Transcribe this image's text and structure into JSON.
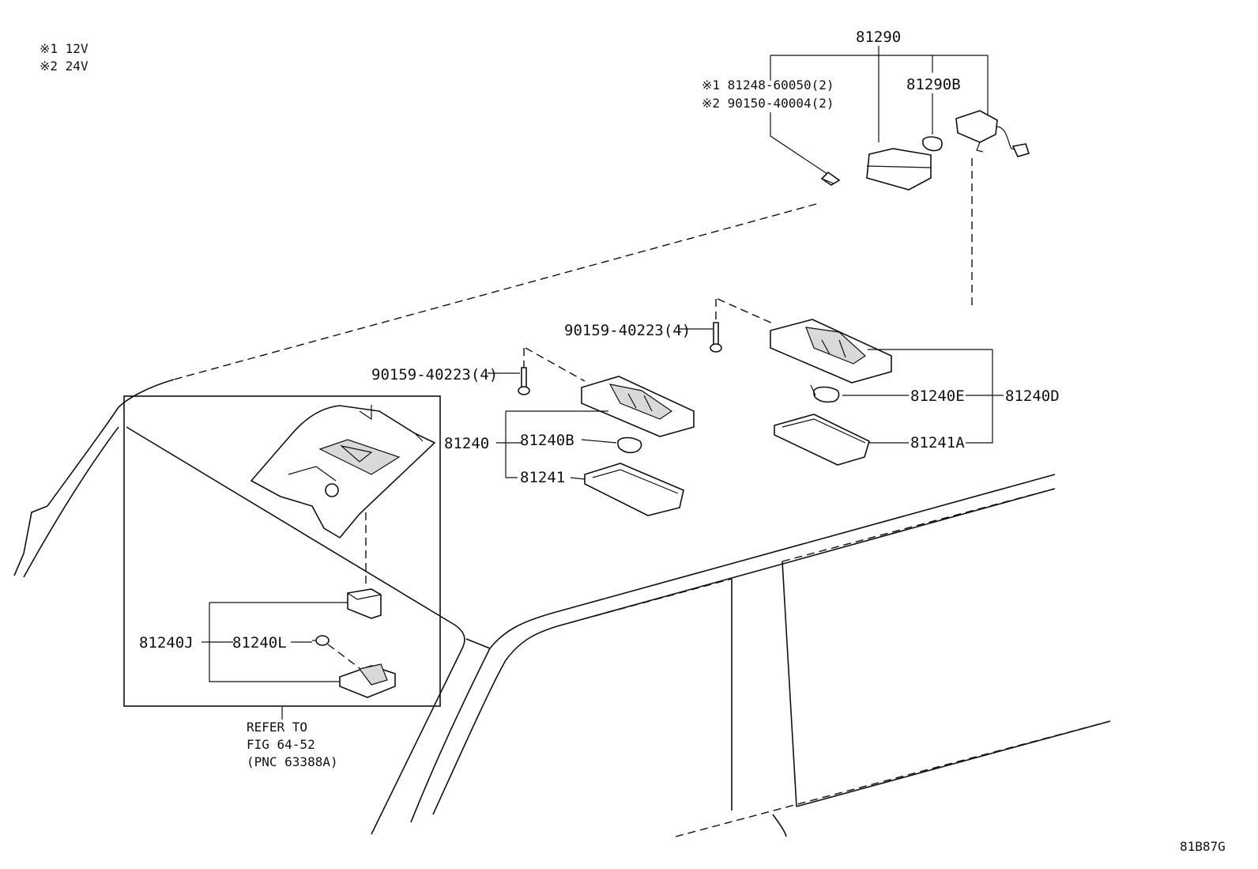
{
  "notes": {
    "note1": "※1 12V",
    "note2": "※2 24V"
  },
  "callouts": {
    "p81290": "81290",
    "p81290B": "81290B",
    "screw_12v": "※1 81248-60050(2)",
    "screw_24v": "※2 90150-40004(2)",
    "screw_right": "90159-40223(4)",
    "screw_left": "90159-40223(4)",
    "p81240E": "81240E",
    "p81240D": "81240D",
    "p81241A": "81241A",
    "p81240": "81240",
    "p81240B": "81240B",
    "p81241": "81241",
    "p81240J": "81240J",
    "p81240L": "81240L"
  },
  "refer": {
    "line1": "REFER TO",
    "line2": "FIG 64-52",
    "line3": "(PNC 63388A)"
  },
  "figure_code": "81B87G"
}
